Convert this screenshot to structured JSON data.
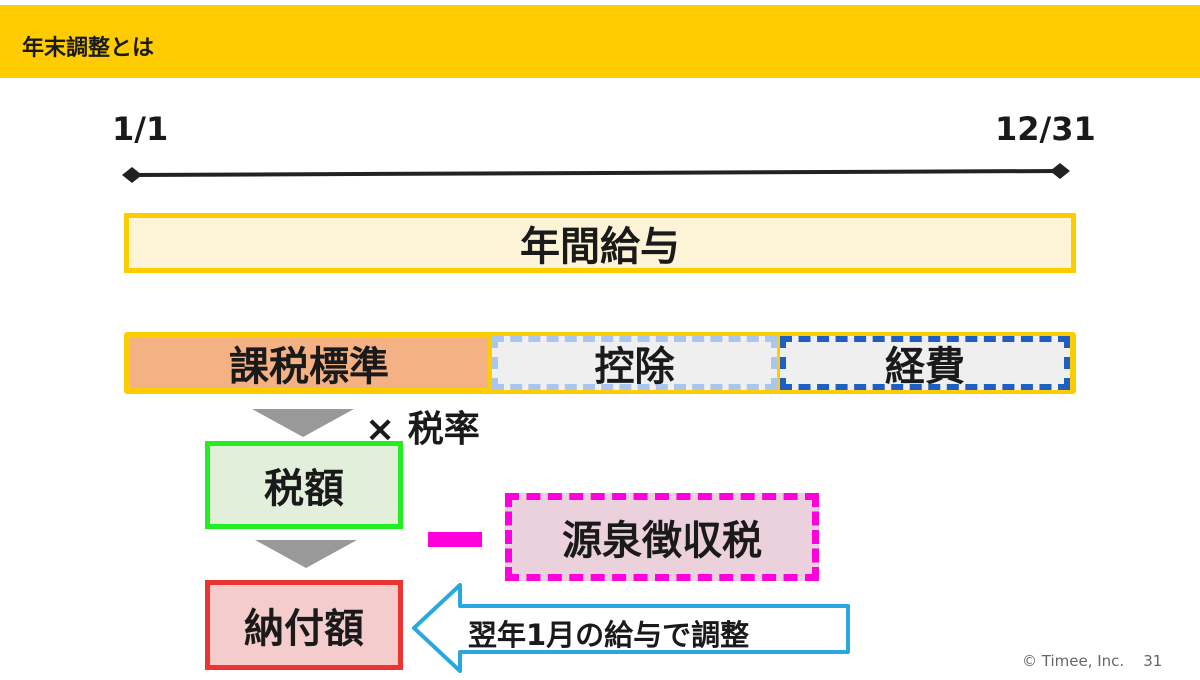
{
  "header": {
    "title": "年末調整とは"
  },
  "timeline": {
    "start": "1/1",
    "end": "12/31"
  },
  "annual_salary": "年間給与",
  "breakdown": {
    "taxable": "課税標準",
    "deduction": "控除",
    "expenses": "経費"
  },
  "tax_rate": "× 税率",
  "tax_amount": "税額",
  "minus": "－",
  "withholding": "源泉徴収税",
  "payment": "納付額",
  "adjust_note": "翌年1月の給与で調整",
  "footer": {
    "copyright": "© Timee, Inc.",
    "page": "31"
  }
}
